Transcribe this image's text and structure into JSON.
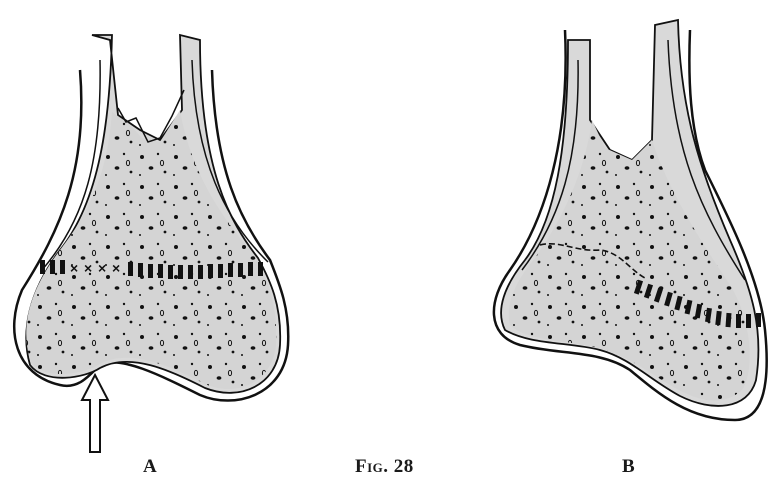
{
  "figure": {
    "label_a": "A",
    "label_b": "B",
    "caption": "Fig. 28"
  },
  "colors": {
    "bone_fill": "#d4d4d4",
    "ink": "#111111",
    "page": "#ffffff"
  },
  "icons": [
    "arrow-up-icon"
  ]
}
